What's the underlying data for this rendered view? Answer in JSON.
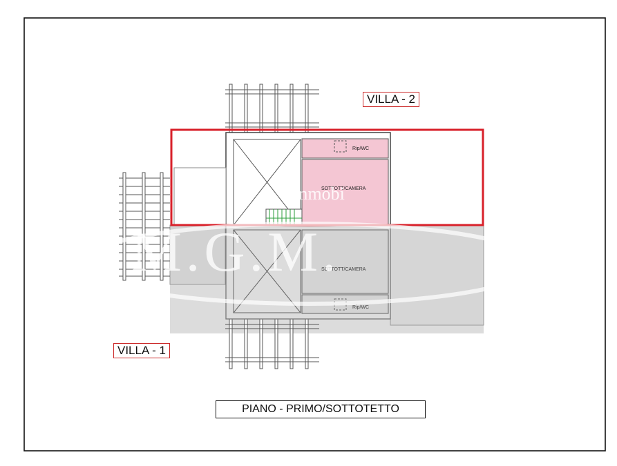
{
  "labels": {
    "villa_2": "VILLA - 2",
    "villa_1": "VILLA - 1",
    "plan_title": "PIANO - PRIMO/SOTTOTETTO"
  },
  "rooms": {
    "upper_rip_wc": "Rip/WC",
    "upper_sottotetto": "SOTTOTT/CAMERA",
    "lower_sottotetto": "SOTTOTT/CAMERA",
    "lower_rip_wc": "Rip/WC"
  },
  "watermark": {
    "brand": "M.G.M.",
    "sub": "immobi"
  },
  "colors": {
    "highlight_outline": "#d8202a",
    "highlight_fill": "#f4c6d3",
    "villa1_shade": "#dcdcdc",
    "line": "#444444",
    "stair_green": "#2a9d3a"
  }
}
